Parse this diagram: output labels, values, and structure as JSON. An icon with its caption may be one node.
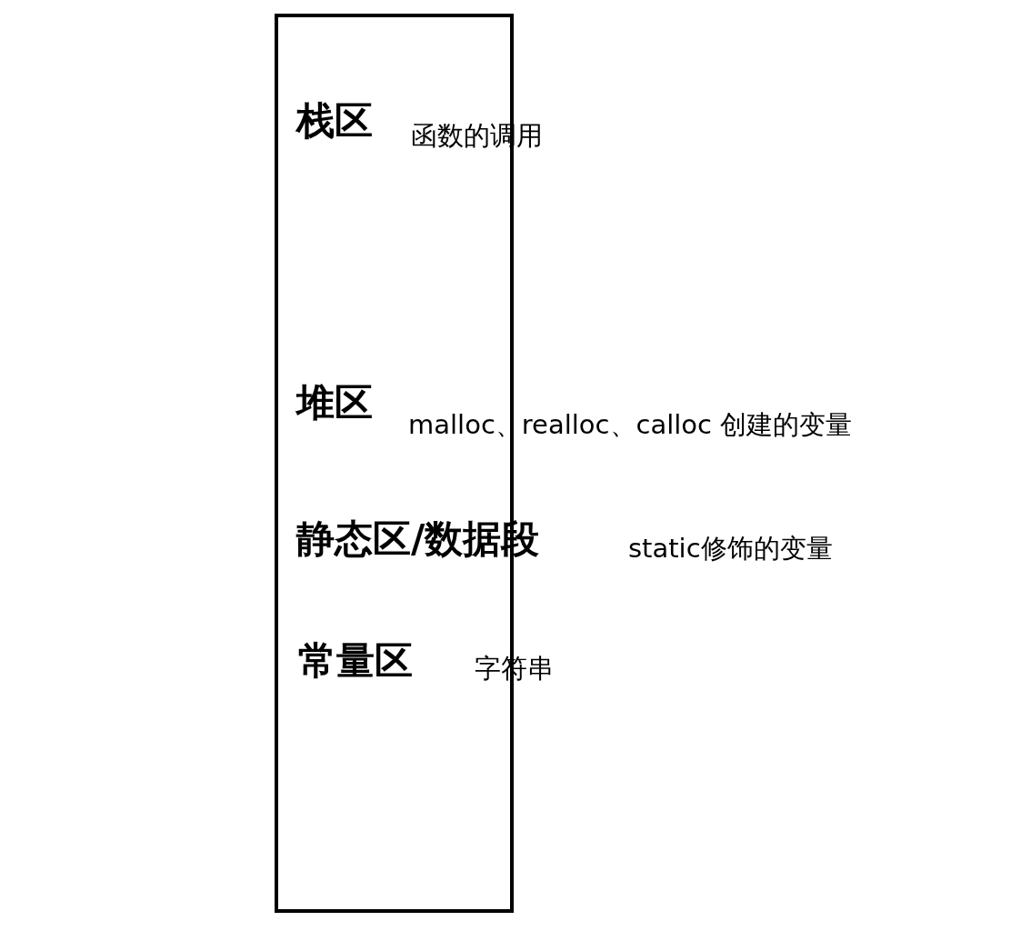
{
  "diagram": {
    "nodes": [
      {
        "text": [
          "栈区",
          "函数的调用",
          "堆区",
          "malloc、realloc、calloc 创建的变量",
          "静态区/数据段",
          "static修饰的变量",
          "常量区",
          "字符串"
        ]
      }
    ]
  }
}
